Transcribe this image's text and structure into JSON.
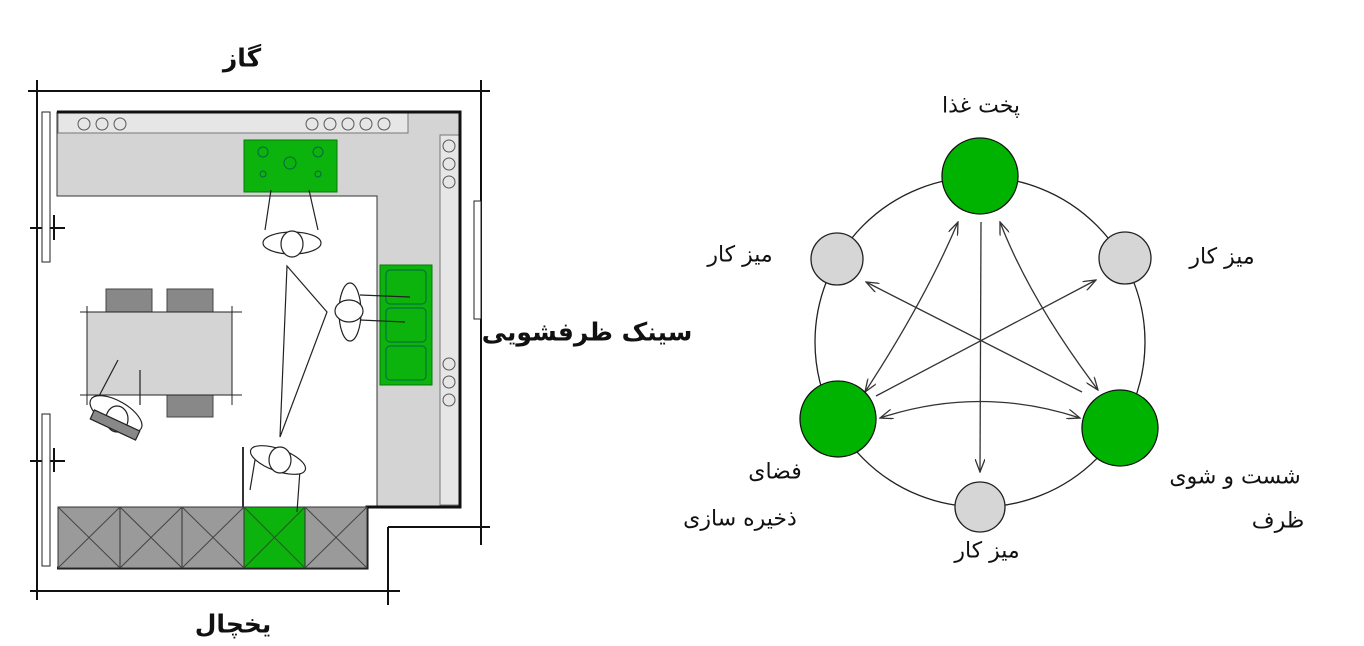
{
  "floor_plan": {
    "labels": {
      "stove": "گاز",
      "sink": "سینک ظرفشویی",
      "fridge": "یخچال"
    },
    "colors": {
      "highlight": "#0db30d",
      "counter": "#d4d4d4",
      "cabinet": "#9a9a9a"
    }
  },
  "work_triangle": {
    "nodes": {
      "cooking": "پخت غذا",
      "worktop_left": "میز کار",
      "worktop_right": "میز کار",
      "worktop_bottom": "میز کار",
      "storage_line1": "فضای",
      "storage_line2": "ذخیره سازی",
      "washing_line1": "شست و شوی",
      "washing_line2": "ظرف"
    },
    "colors": {
      "main_node": "#00b300",
      "secondary_node": "#d6d6d6"
    }
  }
}
